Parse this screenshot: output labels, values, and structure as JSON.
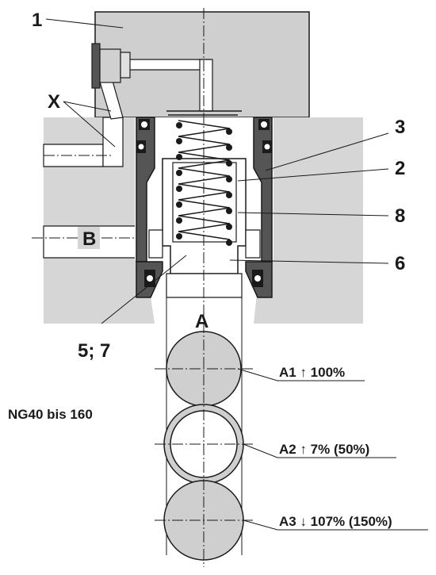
{
  "labels": {
    "cover": "1",
    "pilot_port": "X",
    "part3": "3",
    "part2": "2",
    "part8": "8",
    "part6": "6",
    "part57": "5; 7",
    "port_b": "B",
    "port_a": "A"
  },
  "size_note": "NG40 bis 160",
  "areas": [
    {
      "label": "A1 ↑ 100%"
    },
    {
      "label": "A2 ↑ 7% (50%)"
    },
    {
      "label": "A3 ↓ 107% (150%)"
    }
  ],
  "colors": {
    "housing": "#d6d6d6",
    "component": "#555555",
    "line": "#1a1a1a"
  }
}
